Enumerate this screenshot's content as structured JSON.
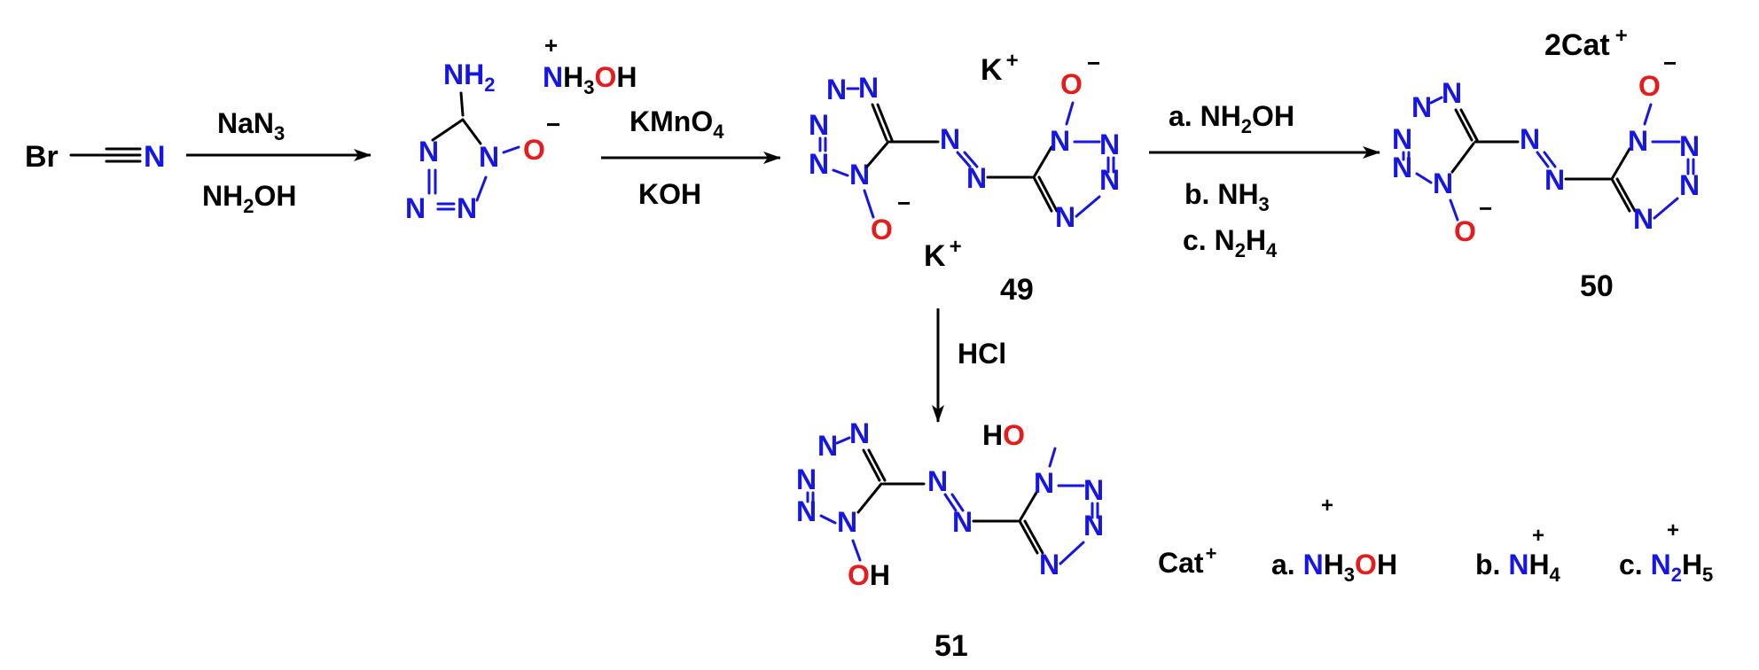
{
  "colors": {
    "nitrogen": "#1515e6",
    "oxygen": "#e61b1b",
    "carbon_bonds": "#000000",
    "background": "#ffffff"
  },
  "start": {
    "br": "Br",
    "n": "N"
  },
  "step1": {
    "reagent_top": [
      "NaN",
      "3"
    ],
    "reagent_bottom": [
      "NH",
      "2",
      "OH"
    ]
  },
  "step2": {
    "reagent_top": [
      "KMnO",
      "4"
    ],
    "reagent_bottom": "KOH"
  },
  "step3": {
    "a": [
      "a. NH",
      "2",
      "OH"
    ],
    "b": [
      "b. NH",
      "3"
    ],
    "c": [
      "c. N",
      "2",
      "H",
      "4"
    ]
  },
  "step4": {
    "reagent": "HCl"
  },
  "intermediate1": {
    "nh2": [
      "NH",
      "2"
    ],
    "cation": [
      "N",
      "H",
      "3",
      "O",
      "H"
    ],
    "plus": "+",
    "minus": "−",
    "o": "O",
    "n": "N"
  },
  "compound49": {
    "label": "49",
    "k": "K",
    "plus": "+",
    "minus": "−",
    "o": "O",
    "n": "N"
  },
  "compound50": {
    "label": "50",
    "counterion": "2Cat",
    "plus": "+",
    "minus": "−",
    "o": "O",
    "n": "N"
  },
  "compound51": {
    "label": "51",
    "ho": [
      "H",
      "O"
    ],
    "oh": [
      "O",
      "H"
    ],
    "n": "N"
  },
  "legend": {
    "cat": "Cat",
    "plus": "+",
    "a": [
      "a. ",
      "N",
      "H",
      "3",
      "O",
      "H"
    ],
    "b": [
      "b. ",
      "N",
      "H",
      "4"
    ],
    "c": [
      "c. ",
      "N",
      "2",
      "H",
      "5"
    ]
  }
}
